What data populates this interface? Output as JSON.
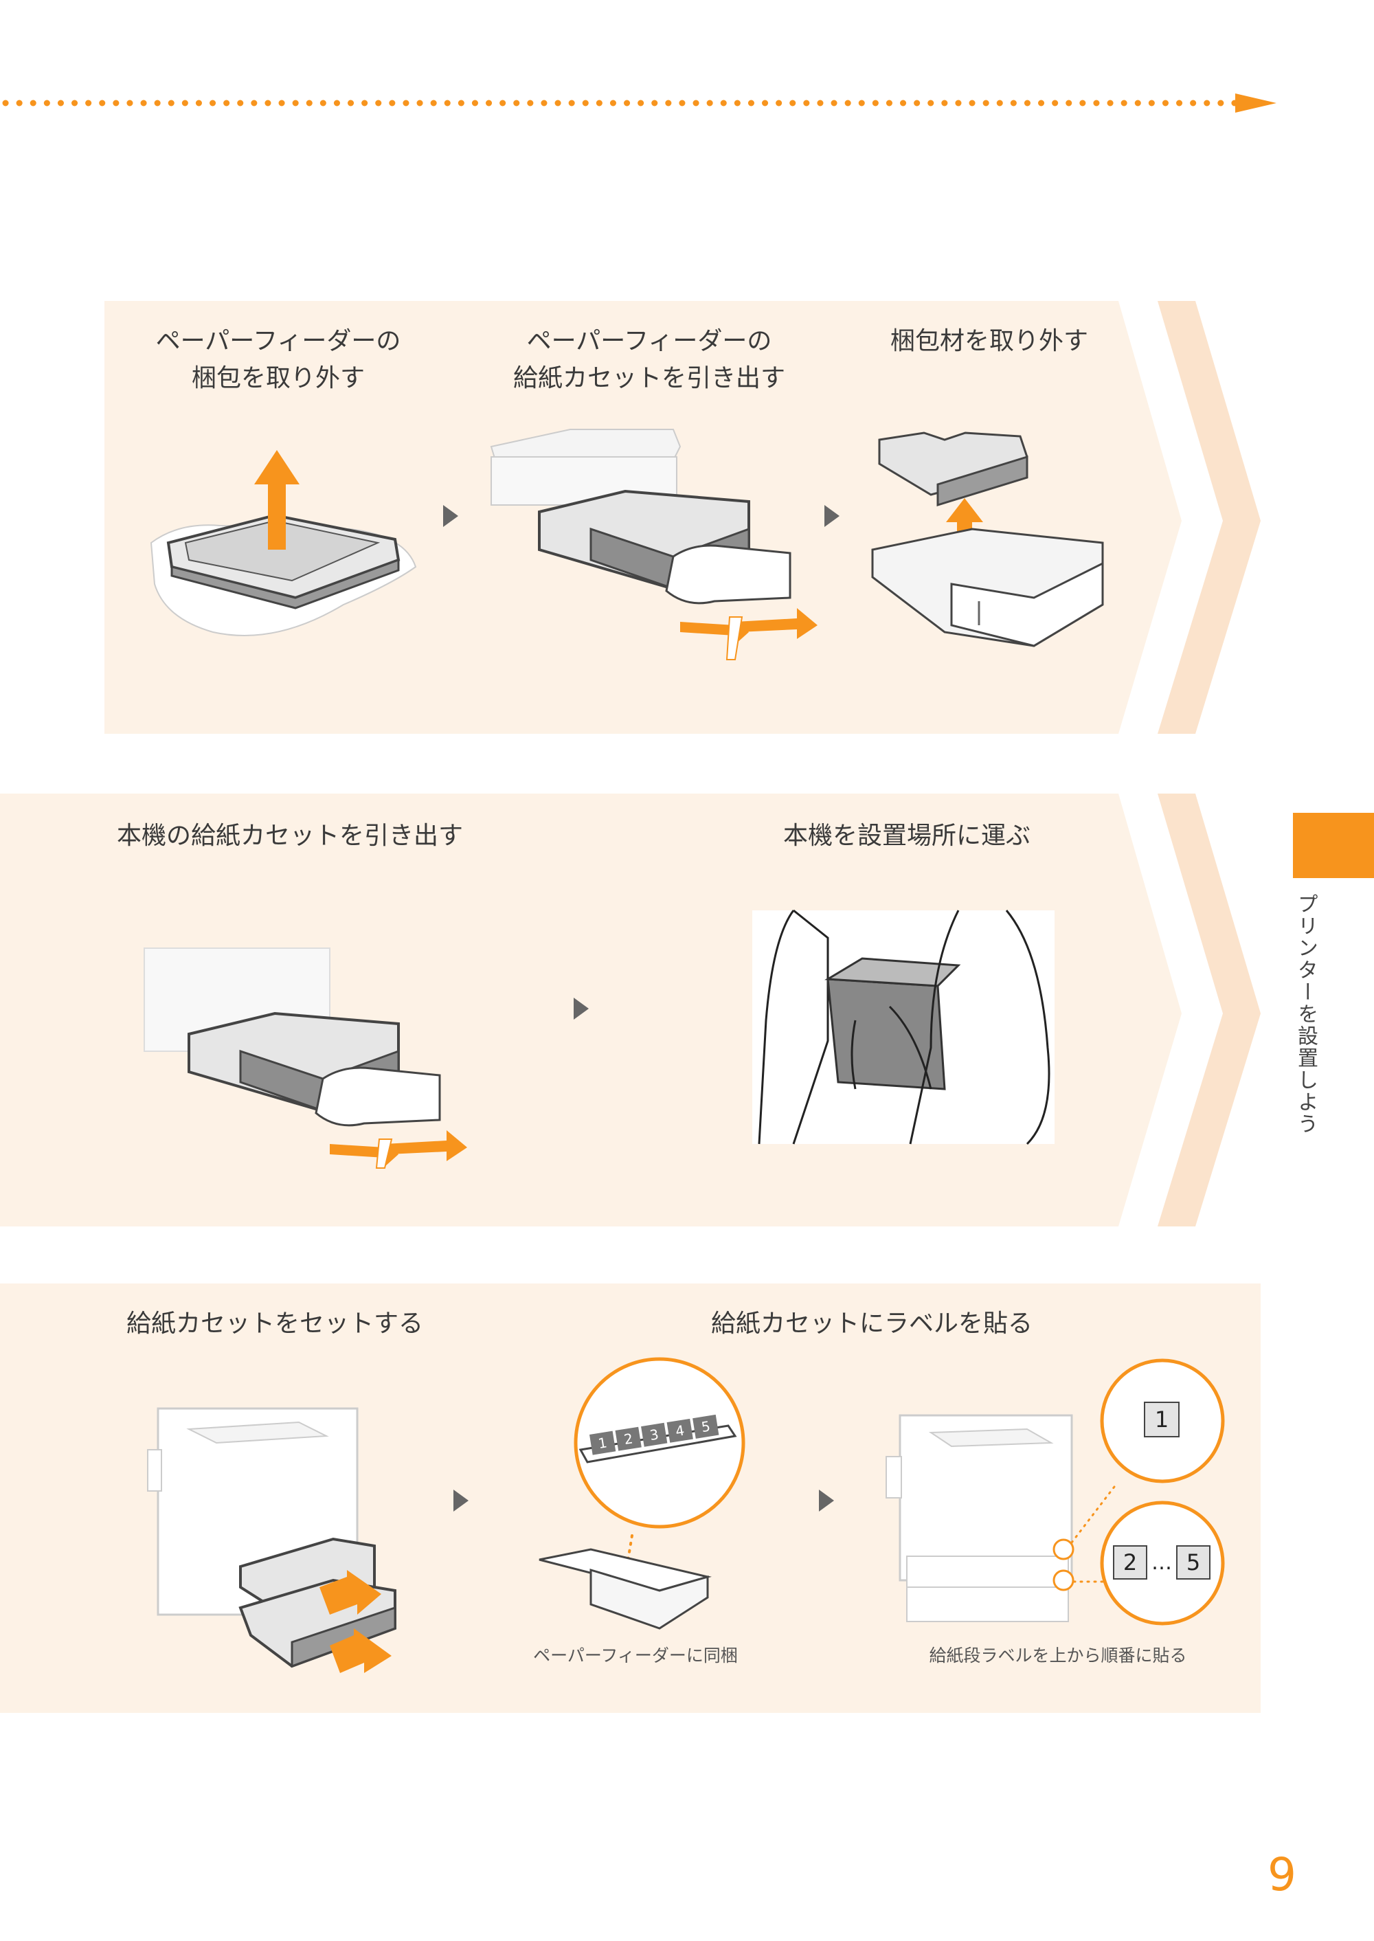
{
  "colors": {
    "accent": "#f7941d",
    "panel": "#fdf2e6",
    "chevron": "#fbe3cc"
  },
  "row1": {
    "step1": {
      "line1": "ペーパーフィーダーの",
      "line2": "梱包を取り外す"
    },
    "step2": {
      "line1": "ペーパーフィーダーの",
      "line2": "給紙カセットを引き出す"
    },
    "step3": {
      "line1": "梱包材を取り外す"
    }
  },
  "row2": {
    "step1": "本機の給紙カセットを引き出す",
    "step2": "本機を設置場所に運ぶ"
  },
  "row3": {
    "step1": "給紙カセットをセットする",
    "step2": "給紙カセットにラベルを貼る",
    "caption1": "ペーパーフィーダーに同梱",
    "caption2": "給紙段ラベルを上から順番に貼る",
    "label_sheet_numbers": [
      "1",
      "2",
      "3",
      "4",
      "5"
    ],
    "label_top": "1",
    "label_range_start": "2",
    "label_range_sep": "…",
    "label_range_end": "5"
  },
  "sidebar": {
    "text": "プリンターを設置しよう"
  },
  "page_number": "9"
}
